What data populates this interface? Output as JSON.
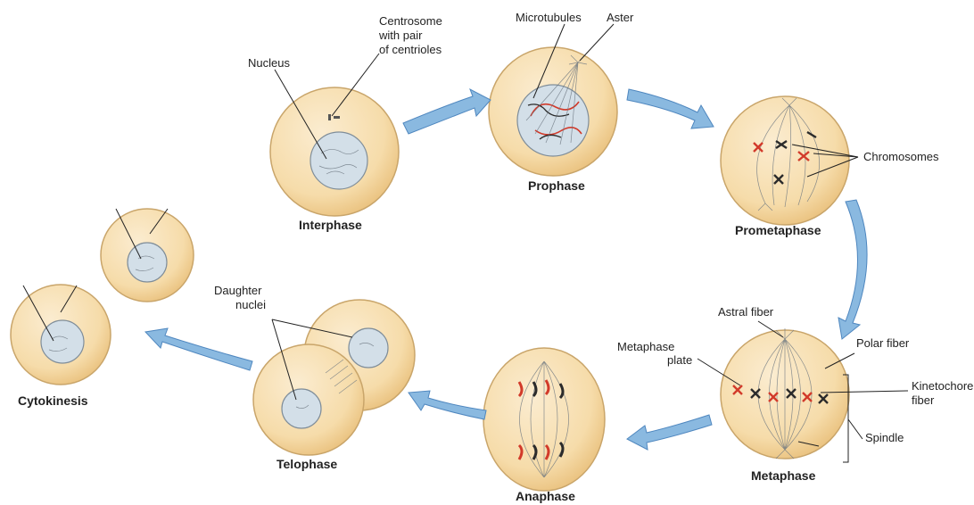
{
  "stages": {
    "interphase": "Interphase",
    "prophase": "Prophase",
    "prometaphase": "Prometaphase",
    "metaphase": "Metaphase",
    "anaphase": "Anaphase",
    "telophase": "Telophase",
    "cytokinesis": "Cytokinesis"
  },
  "labels": {
    "nucleus": "Nucleus",
    "centrosome_1": "Centrosome",
    "centrosome_2": "with pair",
    "centrosome_3": "of centrioles",
    "microtubules": "Microtubules",
    "aster": "Aster",
    "chromosomes": "Chromosomes",
    "astral_fiber": "Astral fiber",
    "polar_fiber": "Polar fiber",
    "metaphase_plate_1": "Metaphase",
    "metaphase_plate_2": "plate",
    "kinetochore_1": "Kinetochore",
    "kinetochore_2": "fiber",
    "spindle": "Spindle",
    "daughter_nuclei_1": "Daughter",
    "daughter_nuclei_2": "nuclei"
  },
  "colors": {
    "cell_fill": "#f6dcaa",
    "arrow_fill": "#8ab9e0",
    "chromosome_red": "#d23a2a",
    "chromosome_dark": "#2b2b2b"
  }
}
